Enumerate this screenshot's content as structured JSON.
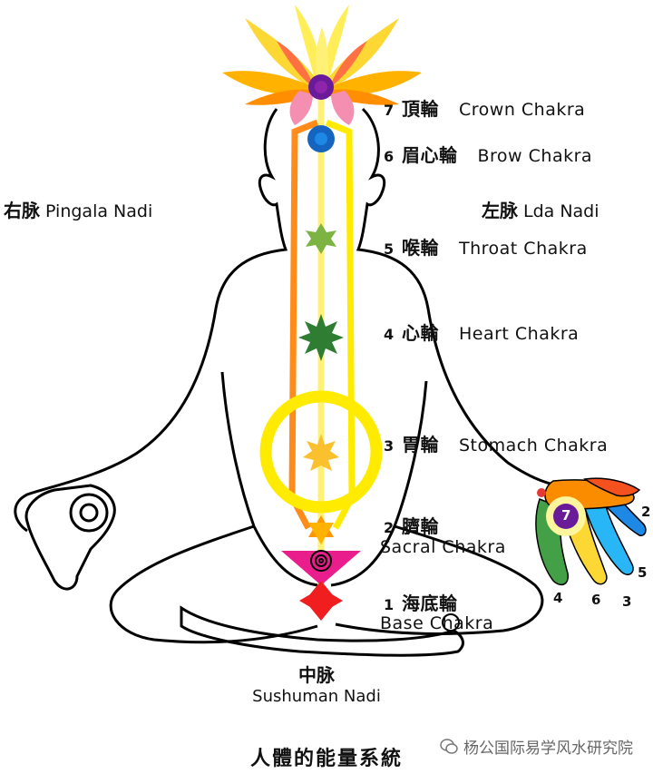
{
  "chakras": [
    {
      "num": "7",
      "zh": "頂輪",
      "en": "Crown Chakra",
      "color": "#6a1b9a"
    },
    {
      "num": "6",
      "zh": "眉心輪",
      "en": "Brow Chakra",
      "color": "#1565c0"
    },
    {
      "num": "5",
      "zh": "喉輪",
      "en": "Throat Chakra",
      "color": "#7cb342"
    },
    {
      "num": "4",
      "zh": "心輪",
      "en": "Heart Chakra",
      "color": "#2e7d32"
    },
    {
      "num": "3",
      "zh": "胃輪",
      "en": "Stomach Chakra",
      "color": "#fbc02d"
    },
    {
      "num": "2",
      "zh": "臍輪",
      "en": "Sacral Chakra",
      "color": "#ff9800"
    },
    {
      "num": "1",
      "zh": "海底輪",
      "en": "Base Chakra",
      "color": "#f01e1e"
    }
  ],
  "nadis": {
    "right": {
      "zh": "右脉",
      "en": "Pingala Nadi",
      "color": "#ff8c1a"
    },
    "left": {
      "zh": "左脉",
      "en": "Lda Nadi",
      "color": "#ffeb00"
    },
    "center": {
      "zh": "中脉",
      "en": "Sushuman Nadi"
    }
  },
  "hand_badge": "7",
  "hand_numbers": [
    "2",
    "5",
    "3",
    "6",
    "4"
  ],
  "caption": "人體的能量系統",
  "watermark": "杨公国际易学风水研究院",
  "icons": {
    "watermark": "wechat-icon"
  }
}
